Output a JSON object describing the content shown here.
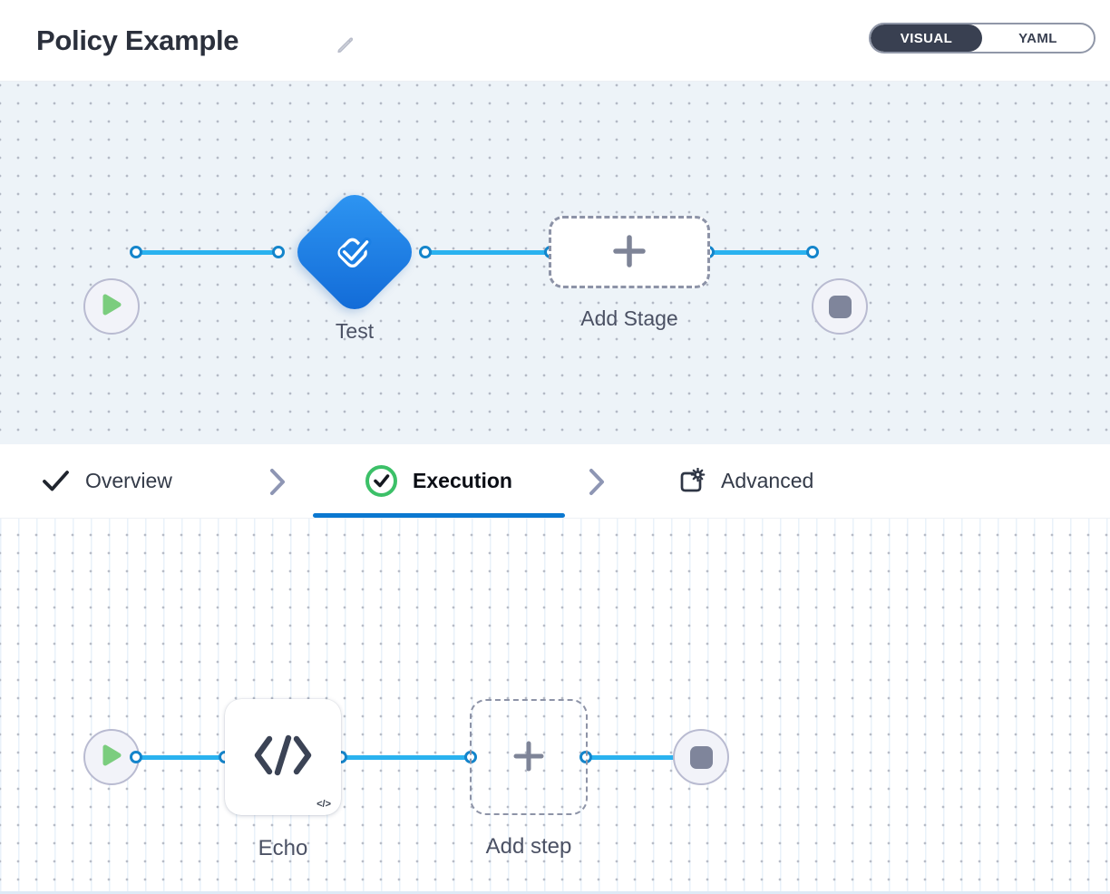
{
  "header": {
    "title": "Policy Example",
    "view_toggle": {
      "options": [
        "VISUAL",
        "YAML"
      ],
      "selected": "VISUAL"
    }
  },
  "stage_canvas": {
    "stage": {
      "label": "Test",
      "type": "approval-diamond"
    },
    "add_stage": {
      "label": "Add Stage"
    }
  },
  "tab_bar": {
    "tabs": [
      {
        "label": "Overview",
        "icon": "check-icon",
        "state": "completed"
      },
      {
        "label": "Execution",
        "icon": "check-circle-icon",
        "state": "active"
      },
      {
        "label": "Advanced",
        "icon": "frame-gear-icon",
        "state": "default"
      }
    ]
  },
  "step_canvas": {
    "step": {
      "label": "Echo",
      "badge": "</>",
      "type": "script-step"
    },
    "add_step": {
      "label": "Add step"
    }
  },
  "colors": {
    "accent_blue": "#0b78d0",
    "connector_blue": "#2ab2ef",
    "connector_dot_border": "#1485cb",
    "diamond_gradient_start": "#2f97f3",
    "diamond_gradient_end": "#1169d6",
    "success_green": "#3cc068",
    "play_green": "#7bcd7e",
    "toggle_dark": "#394051",
    "canvas_top_bg": "#edf3f8"
  }
}
